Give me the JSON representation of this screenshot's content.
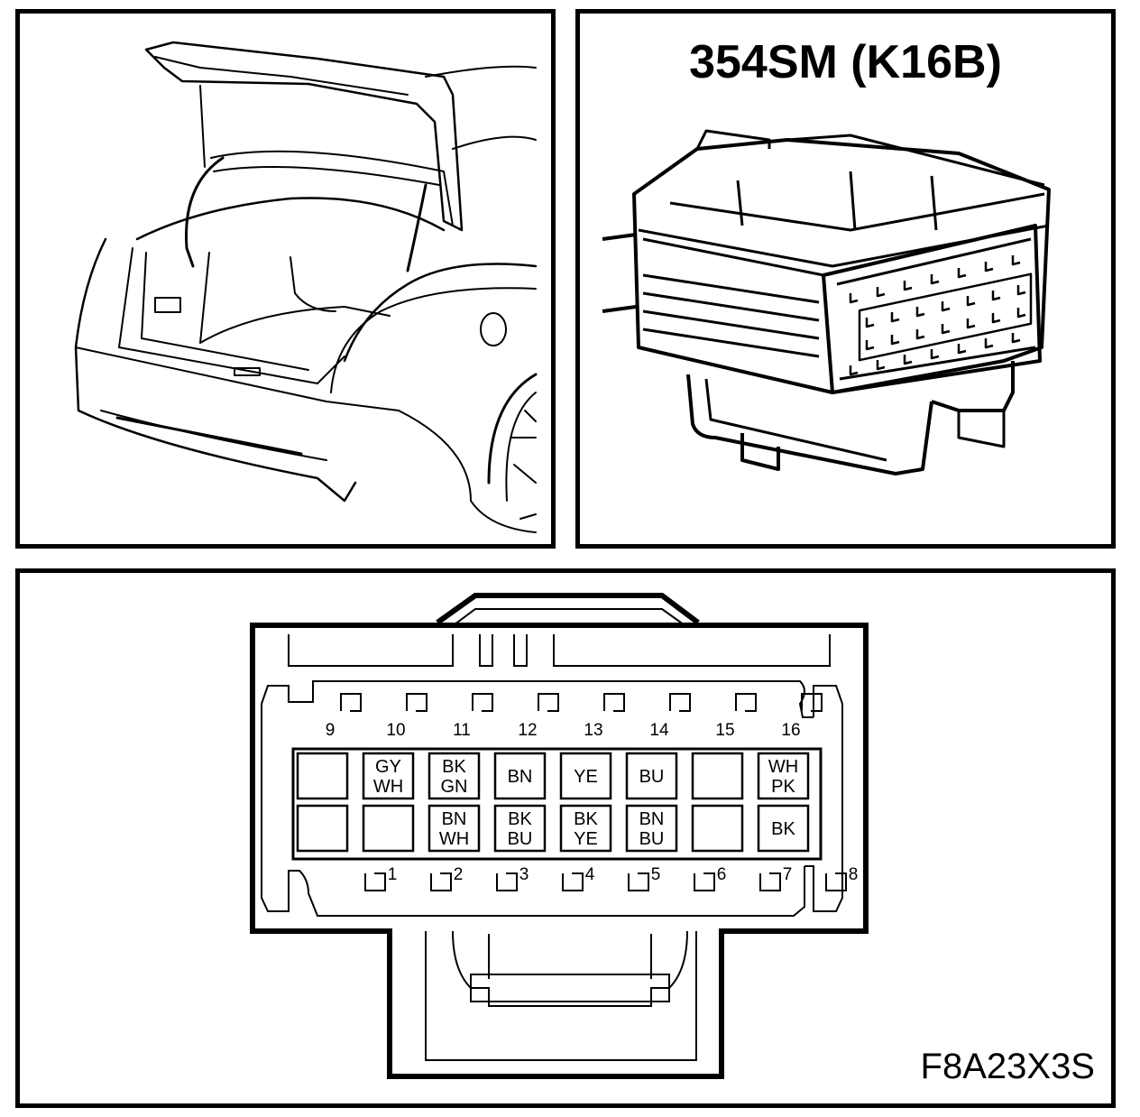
{
  "connector": {
    "title": "354SM (K16B)"
  },
  "figure_code": "F8A23X3S",
  "pins_top": [
    {
      "num": "9",
      "color1": "",
      "color2": ""
    },
    {
      "num": "10",
      "color1": "GY",
      "color2": "WH"
    },
    {
      "num": "11",
      "color1": "BK",
      "color2": "GN"
    },
    {
      "num": "12",
      "color1": "BN",
      "color2": ""
    },
    {
      "num": "13",
      "color1": "YE",
      "color2": ""
    },
    {
      "num": "14",
      "color1": "BU",
      "color2": ""
    },
    {
      "num": "15",
      "color1": "",
      "color2": ""
    },
    {
      "num": "16",
      "color1": "WH",
      "color2": "PK"
    }
  ],
  "pins_bottom": [
    {
      "num": "1",
      "color1": "",
      "color2": ""
    },
    {
      "num": "2",
      "color1": "",
      "color2": ""
    },
    {
      "num": "3",
      "color1": "BN",
      "color2": "WH"
    },
    {
      "num": "4",
      "color1": "BK",
      "color2": "BU"
    },
    {
      "num": "5",
      "color1": "BK",
      "color2": "YE"
    },
    {
      "num": "6",
      "color1": "BN",
      "color2": "BU"
    },
    {
      "num": "7",
      "color1": "",
      "color2": ""
    },
    {
      "num": "8",
      "color1": "BK",
      "color2": ""
    }
  ]
}
